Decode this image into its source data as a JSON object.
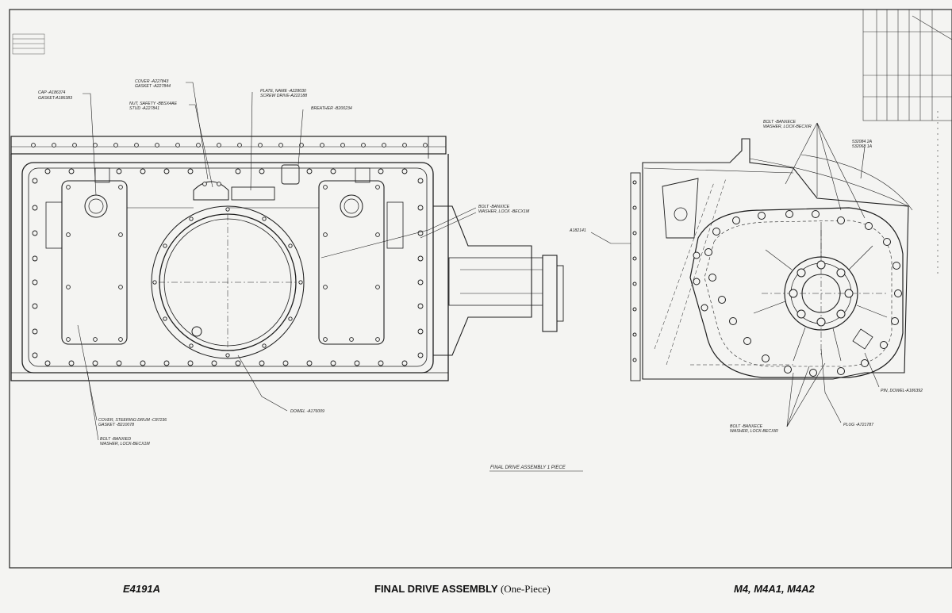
{
  "callouts": {
    "cap": "CAP -A186374",
    "gasket_cap": "GASKET-A186383",
    "cover": "COVER -A227843",
    "gasket_cover": "GASKET -A227844",
    "nut_safety": "NUT, SAFETY -BBSX4AE",
    "stud": "STUD -A227841",
    "plate_name": "PLATE, NAME -A228030",
    "screw_drive": "SCREW DRIVE-A222188",
    "breather": "BREATHER -B200234",
    "bolt_right": "BOLT -BANXICE",
    "washer_right": "WASHER, LOCK -BECX1M",
    "dowel": "DOWEL -A176009",
    "cover_steering": "COVER, STEERING DRUM -C87236",
    "gasket_steering": "GASKET -B210078",
    "bolt_bottom": "BOLT -BANXIED",
    "washer_bottom": "WASHER, LOCK-BECX1M",
    "side_part": "A182141",
    "bolt_side_top": "BOLT -BANXECE",
    "washer_side_top": "WASHER, LOCK-BECXIR",
    "side_note_1": "532084 2A",
    "side_note_2": "532068 1A",
    "pin_dowel": "PIN, DOWEL-A186392",
    "plug": "PLUG -A721787",
    "bolt_side_bottom": "BOLT -BANXECE",
    "washer_side_bottom": "WASHER, LOCK-BECXIR"
  },
  "assembly_label": "FINAL DRIVE ASSEMBLY    1 PIECE",
  "footer": {
    "drawing_id": "E4191A",
    "title": "FINAL DRIVE ASSEMBLY",
    "title_sub": "(One-Piece)",
    "models": "M4, M4A1, M4A2"
  }
}
